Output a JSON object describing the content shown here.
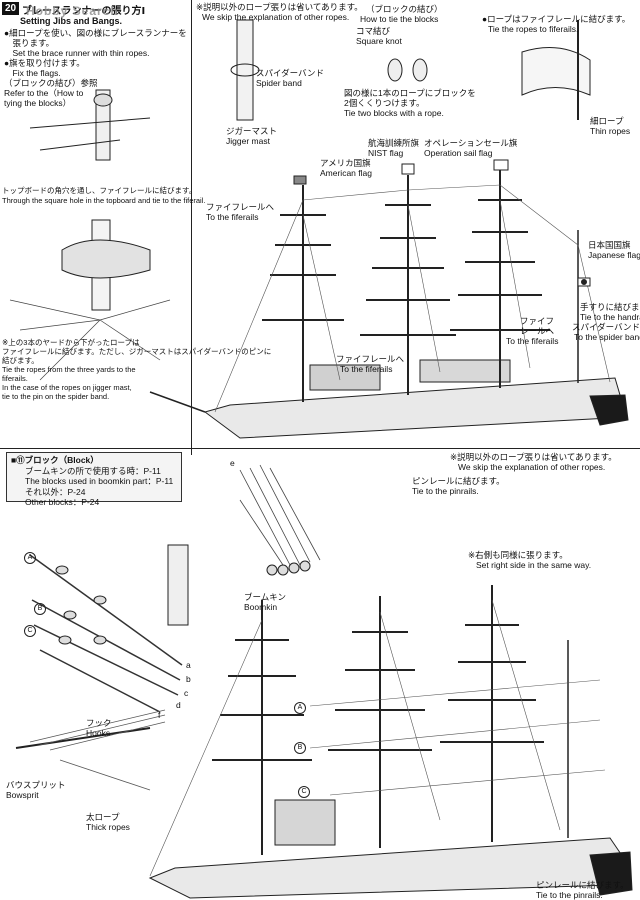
{
  "header": {
    "step": "20",
    "title_jp": "ブレースランナーの張り方Ⅰ",
    "watermark": "Hobby Search"
  },
  "left_top": {
    "title_en": [
      "Setting Jibs and Bangs."
    ],
    "steps": [
      "●細ロープを使い、図の様にブレースランナーを",
      "　張ります。",
      "　Set the brace runner with thin ropes.",
      "●旗を取り付けます。",
      "　Fix the flags.",
      "（ブロックの結び）参照",
      "Refer to the（How to",
      "tying the blocks）"
    ],
    "topboard_jp": "トップボードの角穴を通し、ファイフレールに結びます。",
    "topboard_en": "Through the square hole in the topboard and tie to the fiferail.",
    "yards_note": [
      "※上の3本のヤードから下がったロープは",
      "ファイフレールに結びます。ただし、ジガーマストはスパイダーバンドのピンに",
      "結びます。",
      "Tie the ropes from the three yards to the",
      "fiferails.",
      "In the case of  the ropes on jigger mast,",
      "tie to the pin on the spider band."
    ]
  },
  "top_center": {
    "note_jp": "※説明以外のロープ張りは省いてあります。",
    "note_en": "We skip the explanation of other ropes.",
    "spider_band_jp": "スパイダーバンド",
    "spider_band_en": "Spider band",
    "jigger_mast_jp": "ジガーマスト",
    "jigger_mast_en": "Jigger mast",
    "tie_blocks_jp": "（ブロックの結び）",
    "tie_blocks_en": "How to tie the blocks",
    "square_knot_jp": "コマ結び",
    "square_knot_en": "Square knot",
    "two_blocks_jp": [
      "図の様に1本のロープにブロックを",
      "2個くくりつけます。"
    ],
    "two_blocks_en": "Tie two blocks with a rope.",
    "fiferail_tie_jp": "●ロープはファイフレールに結びます。",
    "fiferail_tie_en": "Tie the ropes to fiferails.",
    "thin_ropes_jp": "細ロープ",
    "thin_ropes_en": "Thin ropes"
  },
  "ship_top_labels": {
    "american_jp": "アメリカ国旗",
    "american_en": "American flag",
    "nist_jp": "航海訓練所旗",
    "nist_en": "NIST flag",
    "operation_jp": "オペレーションセール旗",
    "operation_en": "Operation sail flag",
    "fiferail_a_jp": "ファイフレールへ",
    "fiferail_a_en": "To the fiferails",
    "japanese_jp": "日本国国旗",
    "japanese_en": "Japanese flag",
    "handrail_jp": "手すりに結びます。",
    "handrail_en": "Tie to the handrail.",
    "spider_jp": "スパイダーバンドへ",
    "spider_en": "To the spider bands",
    "fiferail_b_jp": [
      "ファイフ",
      "レールへ"
    ],
    "fiferail_b_en": "To the fiferails",
    "fiferail_c_jp": "ファイフレールへ",
    "fiferail_c_en": "To the fiferails"
  },
  "legend": {
    "head": "■⑪ブロック（Block）",
    "line1": "ブームキンの所で使用する時：P-11",
    "line2": "The blocks used in boomkin part：P-11",
    "line3": "それ以外：P-24",
    "line4": "Other blocks：P-24"
  },
  "bottom": {
    "note_jp": "※説明以外のロープ張りは省いてあります。",
    "note_en": "We skip the explanation of other ropes.",
    "pinrails_jp": "ピンレールに結びます。",
    "pinrails_en": "Tie to the pinrails.",
    "right_side_jp": "※右側も同様に張ります。",
    "right_side_en": "Set right side in the same way.",
    "boomkin_jp": "ブームキン",
    "boomkin_en": "Boomkin",
    "hooks_jp": "フック",
    "hooks_en": "Hooks",
    "bowsprit_jp": "バウスプリット",
    "bowsprit_en": "Bowsprit",
    "thick_jp": "太ロープ",
    "thick_en": "Thick ropes",
    "pinrails2_jp": "ピンレールに結びます。",
    "pinrails2_en": "Tie to the pinrails.",
    "markers": [
      "A",
      "B",
      "C"
    ],
    "rope_letters": [
      "a",
      "b",
      "c",
      "d",
      "e",
      "f"
    ]
  }
}
